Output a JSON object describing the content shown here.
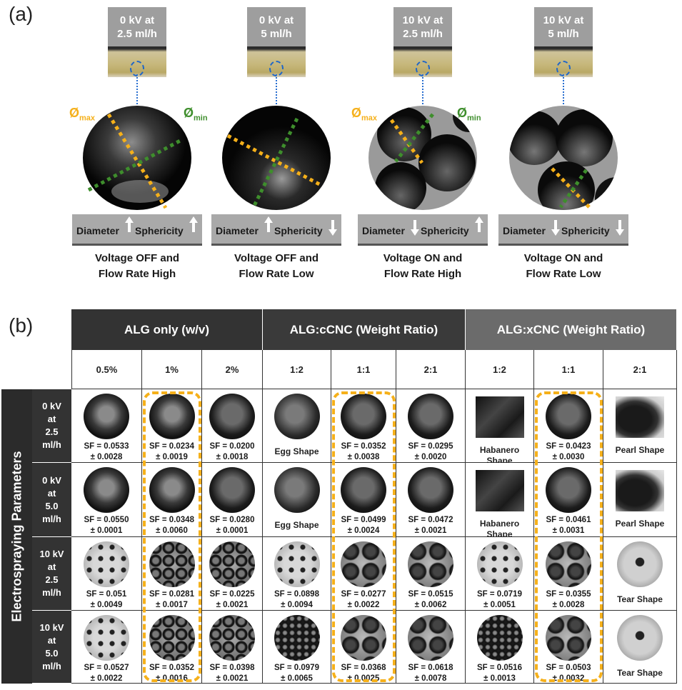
{
  "panel_a": {
    "label": "(a)",
    "phi_max": {
      "symbol": "Ø",
      "sub": "max",
      "color": "#f5b01a"
    },
    "phi_min": {
      "symbol": "Ø",
      "sub": "min",
      "color": "#3e8e2c"
    },
    "columns": [
      {
        "cond1": "0 kV at",
        "cond2": "2.5 ml/h",
        "diameter": "Diameter",
        "diameter_arrow": "up",
        "sphericity": "Sphericity",
        "sphericity_arrow": "up",
        "caption1": "Voltage OFF  and",
        "caption2": "Flow Rate High"
      },
      {
        "cond1": "0 kV at",
        "cond2": "5 ml/h",
        "diameter": "Diameter",
        "diameter_arrow": "up",
        "sphericity": "Sphericity",
        "sphericity_arrow": "down",
        "caption1": "Voltage OFF and",
        "caption2": "Flow Rate Low"
      },
      {
        "cond1": "10 kV at",
        "cond2": "2.5 ml/h",
        "diameter": "Diameter",
        "diameter_arrow": "down",
        "sphericity": "Sphericity",
        "sphericity_arrow": "up",
        "caption1": "Voltage ON and",
        "caption2": "Flow Rate High"
      },
      {
        "cond1": "10 kV at",
        "cond2": "5 ml/h",
        "diameter": "Diameter",
        "diameter_arrow": "down",
        "sphericity": "Sphericity",
        "sphericity_arrow": "down",
        "caption1": "Voltage ON and",
        "caption2": "Flow Rate Low"
      }
    ]
  },
  "panel_b": {
    "label": "(b)",
    "side_label": "Electrospraying Parameters",
    "groups": [
      {
        "label": "ALG only (w/v)",
        "color": "#333333"
      },
      {
        "label": "ALG:cCNC (Weight Ratio)",
        "color": "#3a3a3a"
      },
      {
        "label": "ALG:xCNC (Weight Ratio)",
        "color": "#6b6b6b"
      }
    ],
    "subcolumns": [
      "0.5%",
      "1%",
      "2%",
      "1:2",
      "1:1",
      "2:1",
      "1:2",
      "1:1",
      "2:1"
    ],
    "highlight_color": "#f5b01a",
    "rows": [
      {
        "label": [
          "0 kV",
          "at",
          "2.5",
          "ml/h"
        ],
        "cells": [
          {
            "sf": "SF = 0.0533",
            "err": "± 0.0028"
          },
          {
            "sf": "SF = 0.0234",
            "err": "± 0.0019"
          },
          {
            "sf": "SF = 0.0200",
            "err": "± 0.0018"
          },
          {
            "shape": "Egg Shape"
          },
          {
            "sf": "SF = 0.0352",
            "err": "± 0.0038"
          },
          {
            "sf": "SF = 0.0295",
            "err": "± 0.0020"
          },
          {
            "shape": "Habanero Shape"
          },
          {
            "sf": "SF = 0.0423",
            "err": "± 0.0030"
          },
          {
            "shape": "Pearl Shape"
          }
        ]
      },
      {
        "label": [
          "0 kV",
          "at",
          "5.0",
          "ml/h"
        ],
        "cells": [
          {
            "sf": "SF = 0.0550",
            "err": "± 0.0001"
          },
          {
            "sf": "SF = 0.0348",
            "err": "± 0.0060"
          },
          {
            "sf": "SF = 0.0280",
            "err": "± 0.0001"
          },
          {
            "shape": "Egg Shape"
          },
          {
            "sf": "SF = 0.0499",
            "err": "± 0.0024"
          },
          {
            "sf": "SF = 0.0472",
            "err": "± 0.0021"
          },
          {
            "shape": "Habanero Shape"
          },
          {
            "sf": "SF = 0.0461",
            "err": "± 0.0031"
          },
          {
            "shape": "Pearl Shape"
          }
        ]
      },
      {
        "label": [
          "10 kV",
          "at",
          "2.5",
          "ml/h"
        ],
        "cells": [
          {
            "sf": "SF = 0.051",
            "err": "± 0.0049"
          },
          {
            "sf": "SF = 0.0281",
            "err": "± 0.0017"
          },
          {
            "sf": "SF = 0.0225",
            "err": "± 0.0021"
          },
          {
            "sf": "SF = 0.0898",
            "err": "± 0.0094"
          },
          {
            "sf": "SF = 0.0277",
            "err": "± 0.0022"
          },
          {
            "sf": "SF = 0.0515",
            "err": "± 0.0062"
          },
          {
            "sf": "SF = 0.0719",
            "err": "± 0.0051"
          },
          {
            "sf": "SF = 0.0355",
            "err": "± 0.0028"
          },
          {
            "shape": "Tear Shape"
          }
        ]
      },
      {
        "label": [
          "10 kV",
          "at",
          "5.0",
          "ml/h"
        ],
        "cells": [
          {
            "sf": "SF = 0.0527",
            "err": "± 0.0022"
          },
          {
            "sf": "SF = 0.0352",
            "err": "± 0.0016"
          },
          {
            "sf": "SF = 0.0398",
            "err": "± 0.0021"
          },
          {
            "sf": "SF = 0.0979",
            "err": "± 0.0065"
          },
          {
            "sf": "SF = 0.0368",
            "err": "± 0.0025"
          },
          {
            "sf": "SF = 0.0618",
            "err": "± 0.0078"
          },
          {
            "sf": "SF = 0.0516",
            "err": "± 0.0013"
          },
          {
            "sf": "SF = 0.0503",
            "err": "± 0.0032"
          },
          {
            "shape": "Tear Shape"
          }
        ]
      }
    ]
  }
}
